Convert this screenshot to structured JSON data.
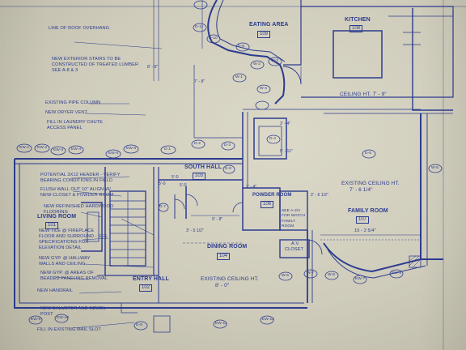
{
  "colors": {
    "line": "#2c3b8f",
    "paper": "#d6d3c2"
  },
  "notes": [
    {
      "id": "n1",
      "text": "LINE OF ROOF OVERHANG"
    },
    {
      "id": "n2",
      "text": "NEW EXTERIOR STAIRS TO BE"
    },
    {
      "id": "n3",
      "text": "CONSTRUCTED OF TREATED LUMBER"
    },
    {
      "id": "n4",
      "text": "SEE A-8 & 3"
    },
    {
      "id": "n5",
      "text": "EXISTING PIPE COLUMN"
    },
    {
      "id": "n6",
      "text": "NEW DRYER VENT"
    },
    {
      "id": "n7",
      "text": "FILL IN LAUNDRY CHUTE"
    },
    {
      "id": "n8",
      "text": "ACCESS PANEL"
    },
    {
      "id": "n9",
      "text": "POTENTIAL 3X12 HEADER - VERIFY"
    },
    {
      "id": "n10",
      "text": "BEARING CONDITIONS IN FIELD"
    },
    {
      "id": "n11",
      "text": "FLUSH WALL OUT 10\" ALIGN W/"
    },
    {
      "id": "n12",
      "text": "NEW CLOSET & POWDER ROOM"
    },
    {
      "id": "n13",
      "text": "NEW REFINISHED HARDWOOD"
    },
    {
      "id": "n14",
      "text": "FLOORING"
    },
    {
      "id": "n15",
      "text": "NEW TILE @ FIREPLACE"
    },
    {
      "id": "n16",
      "text": "FLOOR AND SURROUND - SEE"
    },
    {
      "id": "n17",
      "text": "SPECIFICATIONS FOR"
    },
    {
      "id": "n18",
      "text": "ELEVATION DETAIL"
    },
    {
      "id": "n19",
      "text": "NEW GYP. @ HALLWAY"
    },
    {
      "id": "n20",
      "text": "WALLS AND CEILING"
    },
    {
      "id": "n21",
      "text": "NEW GYP. @ AREAS OF"
    },
    {
      "id": "n22",
      "text": "BEADED PANELING REMOVAL"
    },
    {
      "id": "n23",
      "text": "NEW HANDRAIL"
    },
    {
      "id": "n24",
      "text": "NEW BALUSTER AND NEWEL"
    },
    {
      "id": "n25",
      "text": "POST"
    },
    {
      "id": "n26",
      "text": "FILL IN EXISTING MAIL SLOT"
    }
  ],
  "rooms": {
    "eating_area": "EATING AREA",
    "eating_num": "109",
    "kitchen": "KITCHEN",
    "kitchen_num": "108",
    "ceiling_kitchen": "CEILING HT. 7' - 9\"",
    "south_hall": "SOUTH HALL",
    "south_hall_num": "103",
    "powder_room": "POWDER ROOM",
    "powder_num": "106",
    "living_room": "LIVING ROOM",
    "living_num": "101",
    "family_room": "FAMILY ROOM",
    "family_num": "107",
    "family_ceiling_1": "EXISTING CEILING HT.",
    "family_ceiling_2": "7' - 6 1/4\"",
    "family_dims": "15 - 2 5/4\"",
    "dining_room": "DINING ROOM",
    "dining_num": "104",
    "dining_ceiling_1": "EXISTING CEILING HT.",
    "dining_ceiling_2": "8' - 0\"",
    "entry_hall": "ENTRY HALL",
    "entry_num": "102",
    "av_closet_1": "A.V.",
    "av_closet_2": "CLOSET",
    "powder_note": "SEE A-2/4 FOR WATCH FAMILY ROOM"
  },
  "dims": {
    "d1": "3' - 4\"",
    "d2": "9' - 8\"",
    "d3": "3' - 5 1/2\"",
    "d4": "5' - 11\"",
    "d5": "2' - 6 1/2\"",
    "d6": "5'-0",
    "d7": "8' - 6\"",
    "d8": "7' - 8\"",
    "d9": "2' - 4\"",
    "d10": "5'-0",
    "d11": "5'-0"
  },
  "tags": [
    "W-1",
    "W-2",
    "W-3",
    "W-4",
    "W-5",
    "W-6",
    "W-7",
    "W-8",
    "D-1",
    "D-2",
    "D-3",
    "D-4",
    "D-5",
    "D-6",
    "D-7",
    "D-8",
    "D-9",
    "D-10",
    "D-11",
    "EW-1",
    "EW-2",
    "EW-3",
    "EW-4",
    "EW-5",
    "EW-6",
    "EW-7",
    "EW-8",
    "EW-9",
    "EW-10",
    "EW-11",
    "EW-12"
  ]
}
